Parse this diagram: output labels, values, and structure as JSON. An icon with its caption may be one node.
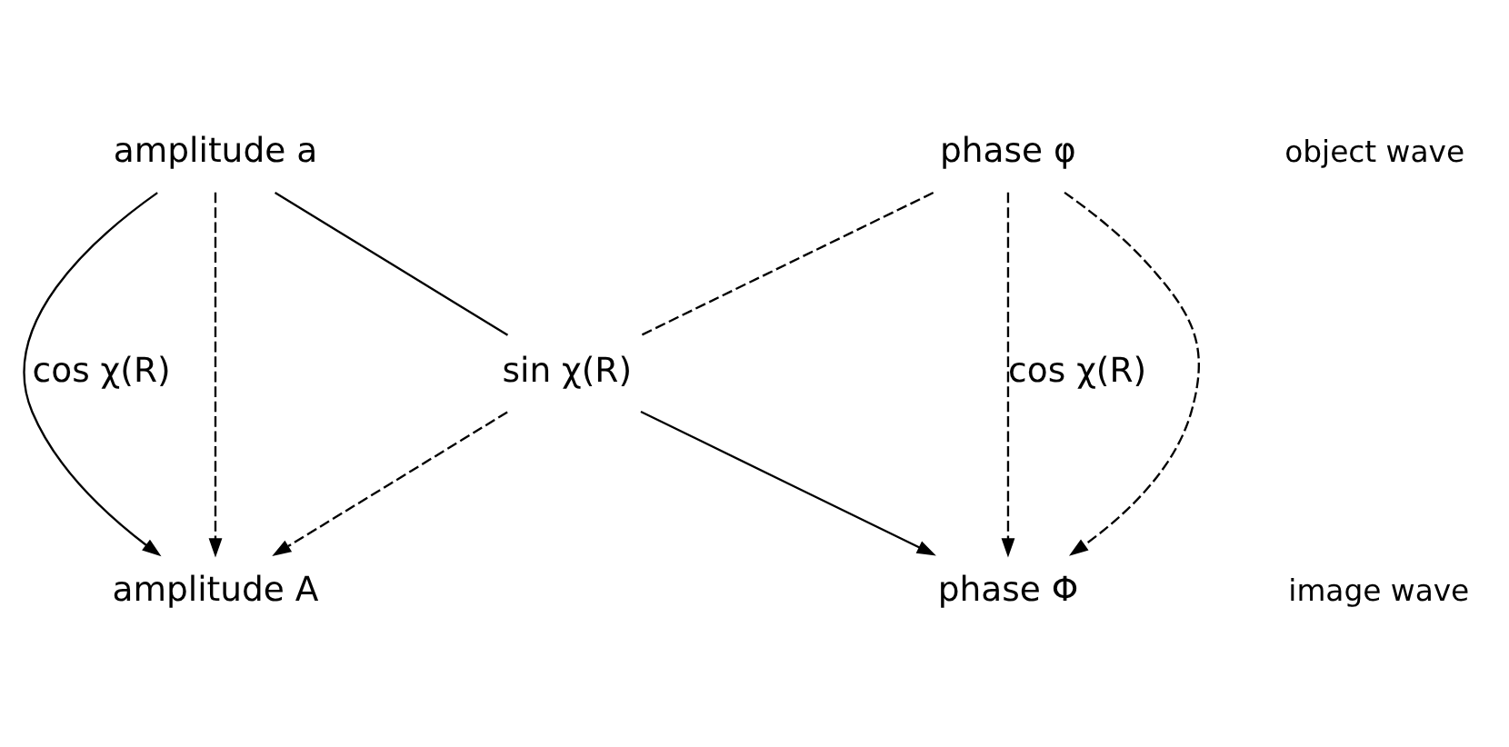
{
  "diagram": {
    "nodes": [
      {
        "text": [
          "amplitude a"
        ]
      },
      {
        "text": [
          "phase φ"
        ]
      },
      {
        "text": [
          "sin χ(R)"
        ]
      },
      {
        "text": [
          "amplitude A"
        ]
      },
      {
        "text": [
          "phase Φ"
        ]
      }
    ],
    "edges": [
      {
        "from": 0,
        "to": 3,
        "arrow": "to",
        "style": "dashed"
      },
      {
        "from": 0,
        "to": 3,
        "arrow": "to",
        "label": "cos χ(R)"
      },
      {
        "from": 0,
        "to": 2,
        "arrow": "none"
      },
      {
        "from": 1,
        "to": 2,
        "arrow": "none",
        "style": "dashed"
      },
      {
        "from": 2,
        "to": 3,
        "arrow": "to",
        "style": "dashed"
      },
      {
        "from": 2,
        "to": 4,
        "arrow": "to"
      },
      {
        "from": 1,
        "to": 4,
        "arrow": "to",
        "style": "dashed",
        "label": "cos χ(R)"
      },
      {
        "from": 1,
        "to": 4,
        "arrow": "to",
        "style": "dashed"
      }
    ],
    "labels": [
      "object wave",
      "image wave"
    ]
  }
}
